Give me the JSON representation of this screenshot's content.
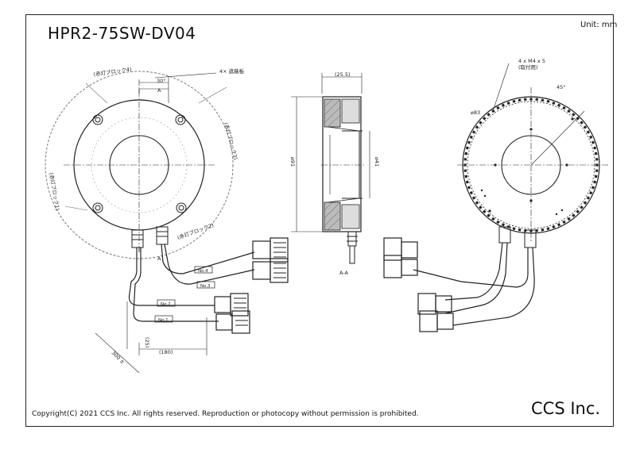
{
  "title": "HPR2-75SW-DV04",
  "unit": "Unit: mm",
  "copyright": "Copyright(C) 2021 CCS Inc. All rights reserved. Reproduction or photocopy without permission is prohibited.",
  "company": "CCS Inc.",
  "front_view": {
    "angle_label": "30°",
    "section_marker": "A",
    "shield_note": "4× 遮蔽板",
    "block_labels": [
      "(赤灯ブロック4)",
      "(赤灯ブロック3)",
      "(赤灯ブロック2)",
      "(赤灯ブロック1)"
    ],
    "cable_labels": [
      "No.4",
      "No.3",
      "No.2",
      "No.1"
    ],
    "dims": [
      "(25)",
      "(180)",
      "300 ±"
    ]
  },
  "section_view": {
    "dims": [
      "(25.5)",
      "⌀91",
      "⌀41"
    ],
    "label": "A-A"
  },
  "back_view": {
    "mount_note_line1": "4 x M4 x 5",
    "mount_note_line2": "(取付用)",
    "angle_label": "45°",
    "diameter_label": "⌀83"
  }
}
